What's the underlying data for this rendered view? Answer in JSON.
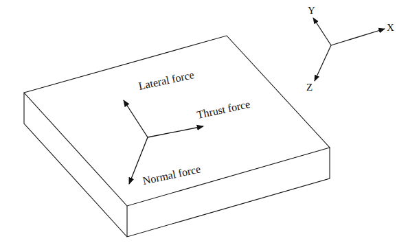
{
  "diagram": {
    "labels": [
      "Lateral force",
      "Thrust force",
      "Normal force",
      "Y",
      "X",
      "Z"
    ]
  }
}
